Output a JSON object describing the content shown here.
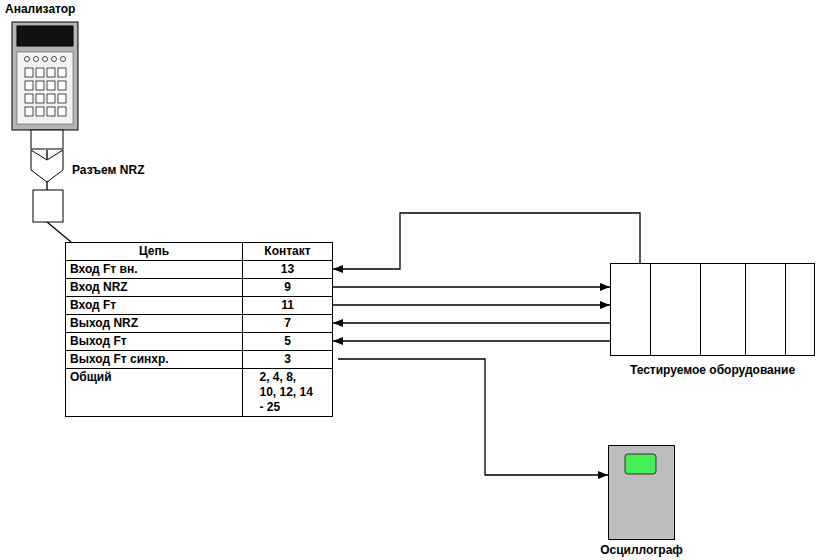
{
  "diagram": {
    "nodes": [
      {
        "text": [
          "Анализатор"
        ]
      },
      {
        "text": [
          "Цепь",
          "Контакт"
        ]
      },
      {
        "text": [
          "Вход Fт вн.",
          "13"
        ],
        "in": 1
      },
      {
        "text": [
          "Вход NRZ",
          "9"
        ],
        "in": 1
      },
      {
        "text": [
          "Вход Fт",
          "11"
        ],
        "in": 1
      },
      {
        "text": [
          "Выход NRZ",
          "7"
        ],
        "in": 1
      },
      {
        "text": [
          "Выход Fт",
          "5"
        ],
        "in": 1
      },
      {
        "text": [
          "Выход Fт синхр.",
          "3"
        ],
        "in": 1
      },
      {
        "text": [
          "Общий",
          "2, 4, 8, 10, 12, 14 - 25"
        ],
        "in": 1
      },
      {
        "text": [
          "Тестируемое оборудование"
        ]
      },
      {
        "text": [
          "Осциллограф"
        ]
      }
    ],
    "edges": [
      {
        "from": 0,
        "to": 1,
        "arrow": "none"
      },
      {
        "from": 9,
        "to": 2,
        "arrow": "to"
      },
      {
        "from": 3,
        "to": 9,
        "arrow": "to"
      },
      {
        "from": 4,
        "to": 9,
        "arrow": "to"
      },
      {
        "from": 9,
        "to": 5,
        "arrow": "to"
      },
      {
        "from": 9,
        "to": 6,
        "arrow": "to"
      },
      {
        "from": 7,
        "to": 10,
        "arrow": "to"
      }
    ],
    "labels": [
      "Разъем NRZ"
    ]
  }
}
